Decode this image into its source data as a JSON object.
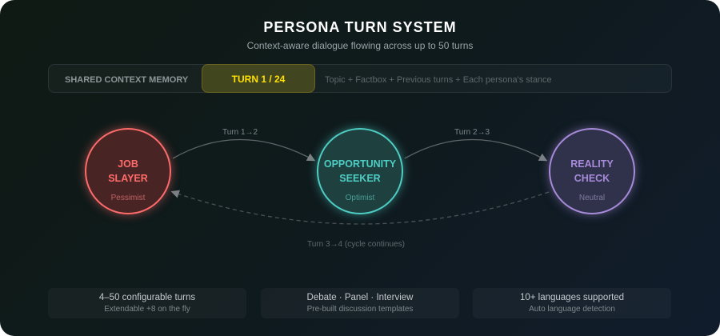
{
  "title": "PERSONA TURN SYSTEM",
  "subtitle": "Context-aware dialogue flowing across up to 50 turns",
  "memory": {
    "label": "SHARED CONTEXT MEMORY",
    "description": "Topic + Factbox + Previous turns + Each persona's stance"
  },
  "turn_badge": "TURN 1 / 24",
  "personas": [
    {
      "name1": "JOB",
      "name2": "SLAYER",
      "role": "Pessimist",
      "color": "#ff6b6b"
    },
    {
      "name1": "OPPORTUNITY",
      "name2": "SEEKER",
      "role": "Optimist",
      "color": "#4ecdc4"
    },
    {
      "name1": "REALITY",
      "name2": "CHECK",
      "role": "Neutral",
      "color": "#a78bda"
    }
  ],
  "flows": {
    "t12": "Turn 1→2",
    "t23": "Turn 2→3",
    "t34": "Turn 3→4 (cycle continues)"
  },
  "features": [
    {
      "title": "4–50 configurable turns",
      "sub": "Extendable +8 on the fly"
    },
    {
      "title": "Debate · Panel · Interview",
      "sub": "Pre-built discussion templates"
    },
    {
      "title": "10+ languages supported",
      "sub": "Auto language detection"
    }
  ]
}
